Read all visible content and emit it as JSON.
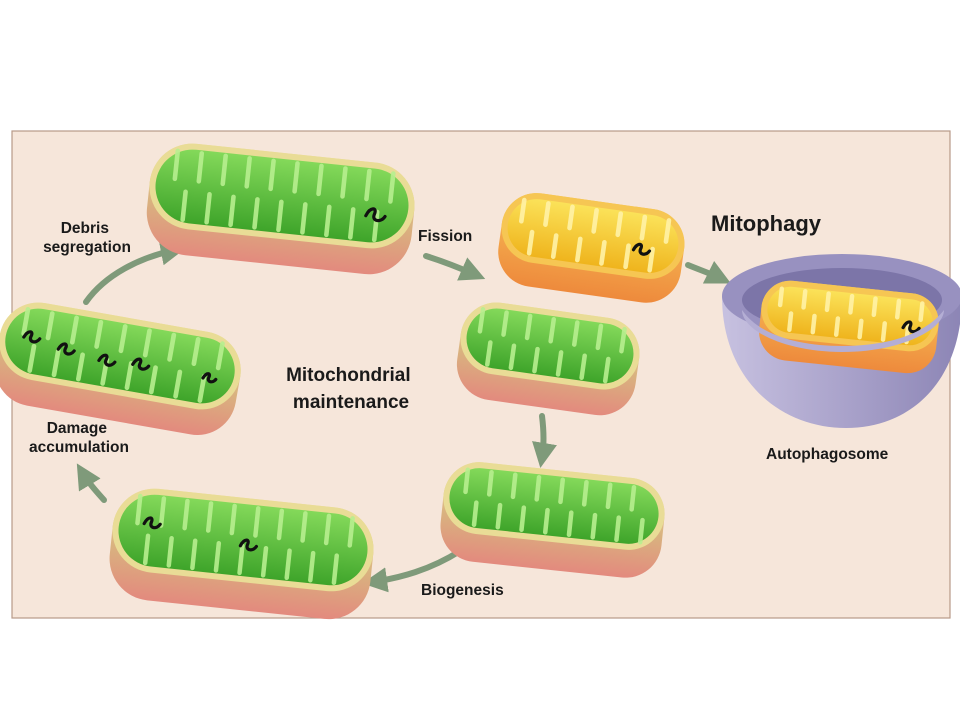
{
  "labels": {
    "debris_segregation": [
      "Debris",
      "segregation"
    ],
    "fission": "Fission",
    "mitophagy": "Mitophagy",
    "mitochondrial_maintenance": [
      "Mitochondrial",
      "maintenance"
    ],
    "damage_accumulation": [
      "Damage",
      "accumulation"
    ],
    "biogenesis": "Biogenesis",
    "autophagosome": "Autophagosome"
  },
  "colors": {
    "panel_background": "#f6e6da",
    "arrow": "#7f9a7a",
    "healthy_matrix": "#5cbd3c",
    "healthy_rim": "#e8d38d",
    "damaged_matrix": "#f4c12a",
    "damaged_rim": "#f09a40",
    "autophagosome": "#a9a3c9",
    "mtdna": "#111111"
  }
}
